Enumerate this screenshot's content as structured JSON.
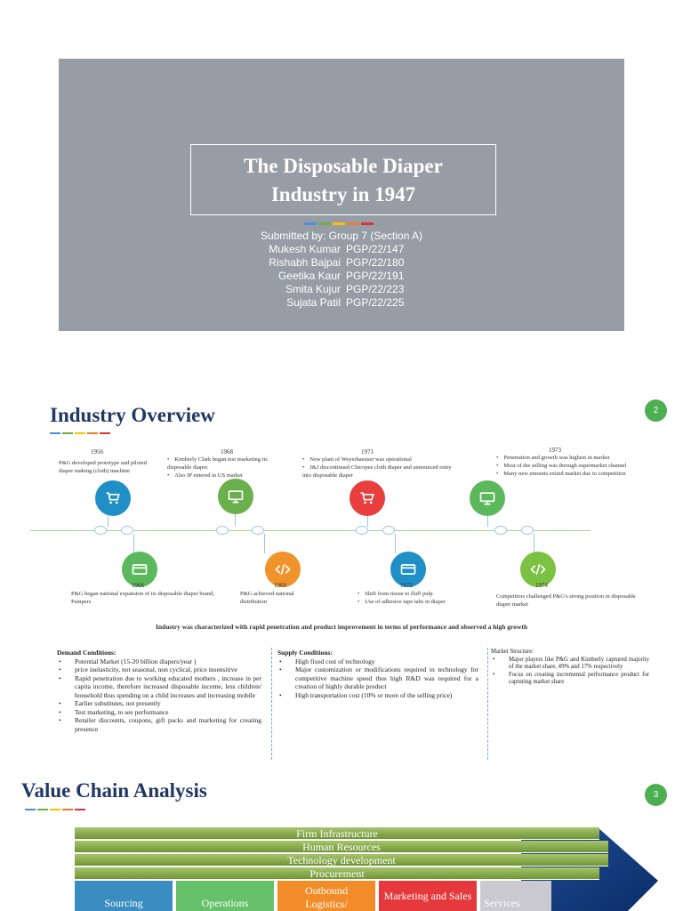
{
  "slide1": {
    "title_line1": "The Disposable Diaper",
    "title_line2": "Industry in 1947",
    "submitted_by": "Submitted by: Group 7 (Section A)",
    "members": [
      {
        "name": "Mukesh Kumar",
        "id": "PGP/22/147"
      },
      {
        "name": "Rishabh Bajpai",
        "id": "PGP/22/180"
      },
      {
        "name": "Geetika Kaur",
        "id": "PGP/22/191"
      },
      {
        "name": "Smita Kujur",
        "id": "PGP/22/223"
      },
      {
        "name": "Sujata Patil",
        "id": "PGP/22/225"
      }
    ],
    "accent_colors": [
      "#4a90d9",
      "#70ad47",
      "#ffc000",
      "#ed7d31",
      "#e0303a"
    ]
  },
  "slide2": {
    "title": "Industry Overview",
    "page_number": "2",
    "timeline": {
      "y1956": {
        "year": "1956",
        "text": "P&G developed prototype and piloted diaper making (cloth) machine",
        "icon": "cart-icon",
        "color": "#1f8fc6"
      },
      "y1966": {
        "year": "1966",
        "text": "P&G began national expansion of its disposable diaper brand, Pampers",
        "icon": "credit-card-icon",
        "color": "#5cb85c"
      },
      "y1968": {
        "year": "1968",
        "points": [
          "Kimberly Clark began test marketing its disposable diaper.",
          "Also IP entered in US market"
        ],
        "icon": "monitor-icon",
        "color": "#6ab04c"
      },
      "y1969": {
        "year": "1969",
        "text": "P&G achieved national distribution",
        "icon": "code-icon",
        "color": "#f0932b"
      },
      "y1971": {
        "year": "1971",
        "points": [
          "New plant of Weyerhaeuser was operational",
          "J&J discontinued Chicopee cloth diaper and announced entry into disposable diaper"
        ],
        "icon": "cart-icon",
        "color": "#e83e3e"
      },
      "y1972": {
        "year": "1972",
        "points": [
          "Shift from tissue to fluff pulp",
          "Use of adhesive tape tabs in diaper"
        ],
        "icon": "credit-card-icon",
        "color": "#1f8fc6"
      },
      "y1973": {
        "year": "1973",
        "points": [
          "Penetration and growth was highest in market",
          "Most of the selling was through supermarket channel",
          "Many new entrants exited market due to competition"
        ],
        "icon": "monitor-icon",
        "color": "#5cb85c"
      },
      "y1974": {
        "year": "1974",
        "text": "Competitors challenged P&G's strong position in disposable diaper market",
        "icon": "code-icon",
        "color": "#7cc242"
      }
    },
    "summary": "Industry was characterized with rapid penetration and product improvement in terms of performance and observed a high growth",
    "demand": {
      "heading": "Demand Conditions:",
      "points": [
        "Potential Market (15-20 billion diapers/year )",
        "price inelasticity, not seasonal, non cyclical, price insensitive",
        " Rapid penetration due to working educated mothers , increase in per capita income, therefore increased disposable income, less children/ household thus spending on a child increases and increasing mobile",
        "Earlier substitutes, not presently",
        "Test marketing, to see performance",
        "Retailer discounts, coupons, gift packs and marketing for creating presence"
      ]
    },
    "supply": {
      "heading": "Supply Conditions:",
      "points": [
        "High fixed cost of technology",
        "Major customization or modifications required in technology for competitive machine speed thus high R&D was required for a creation of highly durable product",
        "High transportation cost (10% or more of the selling price)"
      ]
    },
    "market": {
      "heading": "Market Structure:",
      "points": [
        "Major players like P&G and Kimberly captured majority of the market share, 49% and 17% respectively",
        "Focus on creating incremental performance product for capturing market share"
      ]
    }
  },
  "slide3": {
    "title": "Value Chain Analysis",
    "page_number": "3",
    "support": [
      "Firm Infrastructure",
      "Human Resources",
      "Technology development",
      "Procurement"
    ],
    "primary": [
      {
        "label": "Sourcing",
        "color": "#3a8dc0"
      },
      {
        "label": "Operations",
        "color": "#66c16a"
      },
      {
        "label": "Outbound Logistics/",
        "color": "#f28c28"
      },
      {
        "label": "Marketing and Sales",
        "color": "#e5393d"
      },
      {
        "label": "Services",
        "color": "#c9c9cf"
      }
    ]
  }
}
